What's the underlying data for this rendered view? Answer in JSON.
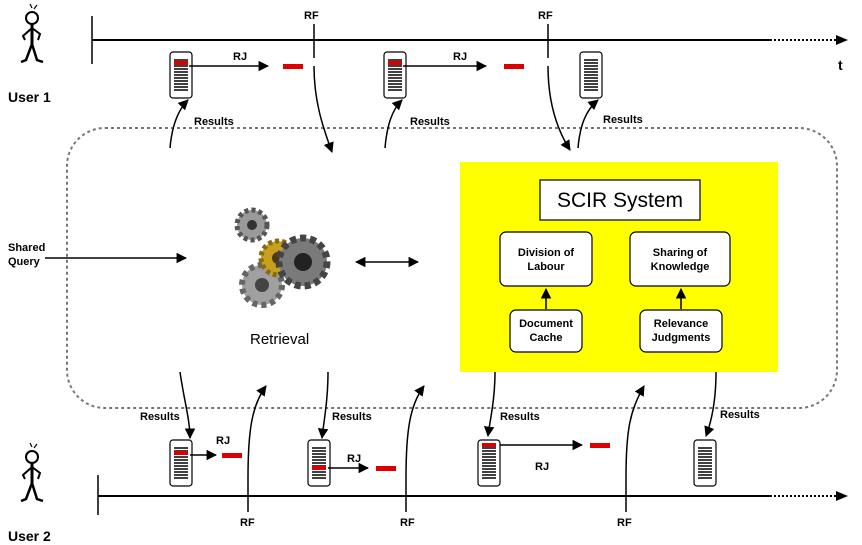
{
  "users": {
    "user1": "User 1",
    "user2": "User 2"
  },
  "timeline": {
    "t_label": "t",
    "rf": "RF",
    "rj": "RJ",
    "results": "Results"
  },
  "shared_query": {
    "line1": "Shared",
    "line2": "Query"
  },
  "retrieval_label": "Retrieval",
  "scir": {
    "title": "SCIR System",
    "division": [
      "Division of",
      "Labour"
    ],
    "sharing": [
      "Sharing of",
      "Knowledge"
    ],
    "cache": [
      "Document",
      "Cache"
    ],
    "relevance": [
      "Relevance",
      "Judgments"
    ]
  },
  "colors": {
    "scir_background": "#ffff00",
    "highlight_red": "#dd0000",
    "line": "#000000"
  },
  "icons": {
    "user_figure": "stick-figure-icon",
    "gears": "gears-icon",
    "document": "document-icon"
  }
}
